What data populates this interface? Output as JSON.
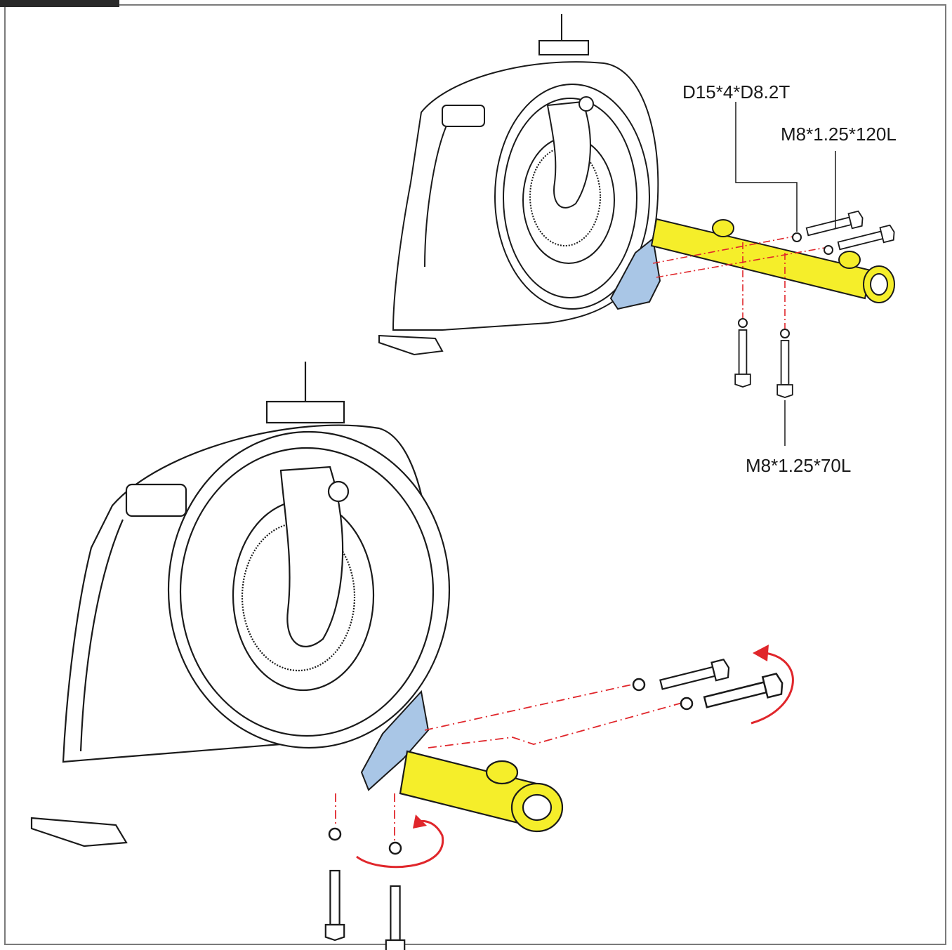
{
  "labels": {
    "washer": "D15*4*D8.2T",
    "long_bolt": "M8*1.25*120L",
    "short_bolt": "M8*1.25*70L"
  },
  "colors": {
    "stabilizer": "#f5ee2a",
    "bracket": "#a9c6e6",
    "arrow": "#e0262b",
    "line": "#1a1a1a"
  },
  "icons": {
    "rotate": "curved-arrow-icon",
    "bolt": "hex-bolt-icon",
    "washer": "washer-icon"
  }
}
